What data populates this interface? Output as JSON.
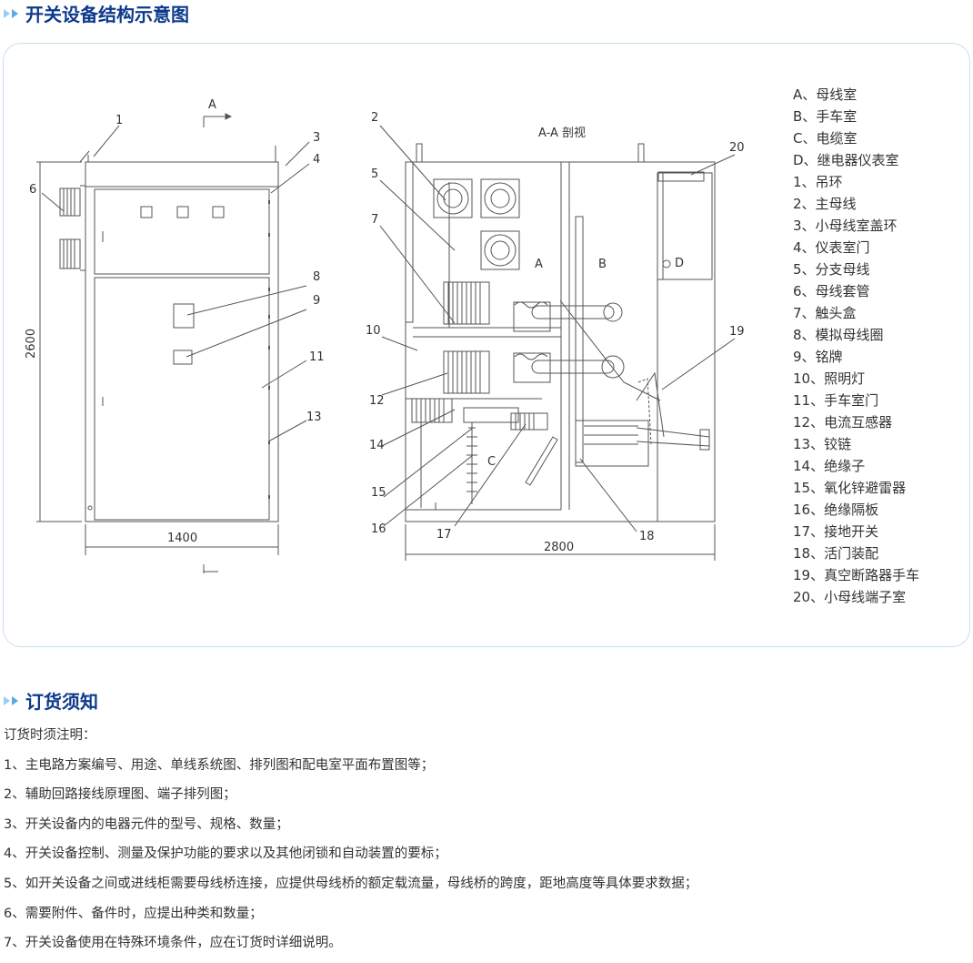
{
  "section1": {
    "title": "开关设备结构示意图"
  },
  "section2": {
    "title": "订货须知"
  },
  "diagram": {
    "front_view": {
      "labels": [
        "1",
        "3",
        "4",
        "6",
        "8",
        "9",
        "11",
        "13"
      ],
      "section_mark": "A",
      "height_dim": "2600",
      "width_dim": "1400"
    },
    "section_view": {
      "caption": "A-A 剖视",
      "labels": [
        "2",
        "5",
        "7",
        "10",
        "12",
        "14",
        "15",
        "16",
        "17",
        "18",
        "19",
        "20"
      ],
      "compartments": [
        "A",
        "B",
        "C",
        "D"
      ],
      "width_dim": "2800"
    }
  },
  "legend": [
    "A、母线室",
    "B、手车室",
    "C、电缆室",
    "D、继电器仪表室",
    "1、吊环",
    "2、主母线",
    "3、小母线室盖环",
    "4、仪表室门",
    "5、分支母线",
    "6、母线套管",
    "7、触头盒",
    "8、模拟母线圈",
    "9、铭牌",
    "10、照明灯",
    "11、手车室门",
    "12、电流互感器",
    "13、铰链",
    "14、绝缘子",
    "15、氧化锌避雷器",
    "16、绝缘隔板",
    "17、接地开关",
    "18、活门装配",
    "19、真空断路器手车",
    "20、小母线端子室"
  ],
  "notes": {
    "intro": "订货时须注明：",
    "items": [
      "1、主电路方案编号、用途、单线系统图、排列图和配电室平面布置图等；",
      "2、辅助回路接线原理图、端子排列图；",
      "3、开关设备内的电器元件的型号、规格、数量；",
      "4、开关设备控制、测量及保护功能的要求以及其他闭锁和自动装置的要标；",
      "5、如开关设备之间或进线柜需要母线桥连接，应提供母线桥的额定载流量，母线桥的跨度，距地高度等具体要求数据；",
      "6、需要附件、备件时，应提出种类和数量；",
      "7、开关设备使用在特殊环境条件，应在订货时详细说明。"
    ]
  },
  "colors": {
    "title": "#0d3a8c",
    "arrow": "#5aa9e6",
    "panel_border": "#c7dff0",
    "text": "#333333"
  }
}
